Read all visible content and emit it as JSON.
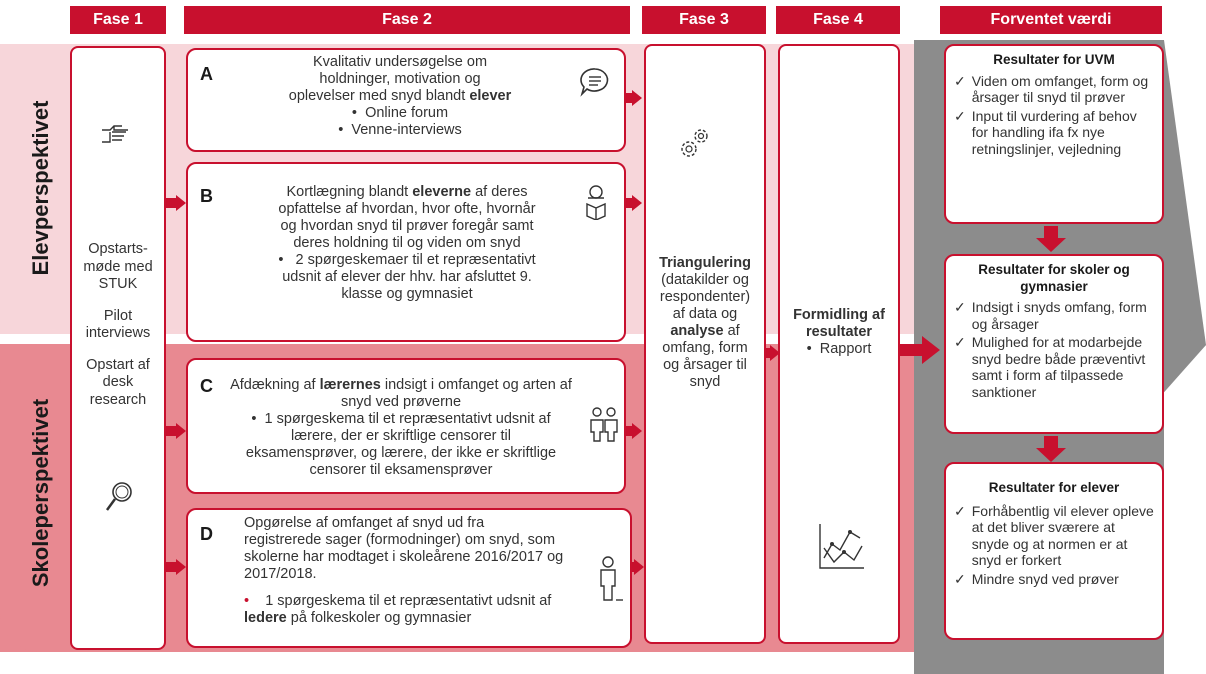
{
  "headers": {
    "fase1": "Fase 1",
    "fase2": "Fase 2",
    "fase3": "Fase 3",
    "fase4": "Fase 4",
    "value": "Forventet værdi"
  },
  "side_labels": {
    "top": "Elevperspektivet",
    "bottom": "Skoleperspektivet"
  },
  "fase1": {
    "items": [
      "Opstarts-",
      "møde med",
      "STUK",
      "Pilot",
      "interviews",
      "Opstart af",
      "desk",
      "research"
    ]
  },
  "boxes": {
    "a": {
      "letter": "A",
      "line1": "Kvalitativ undersøgelse om",
      "line2": "holdninger, motivation og",
      "line3_pre": "oplevelser med snyd blandt ",
      "line3_bold": "elever",
      "b1": "Online forum",
      "b2": "Venne-interviews"
    },
    "b": {
      "letter": "B",
      "l1_pre": "Kortlægning blandt ",
      "l1_bold": "eleverne",
      "l1_post": " af deres",
      "l2": "opfattelse af hvordan, hvor ofte, hvornår",
      "l3": "og hvordan snyd til prøver foregår samt",
      "l4": "deres holdning til og viden om snyd",
      "b1a": "2 spørgeskemaer til et repræsentativt",
      "b1b": "udsnit af elever der hhv. har afsluttet 9.",
      "b1c": "klasse og gymnasiet"
    },
    "c": {
      "letter": "C",
      "l1_pre": "Afdækning af ",
      "l1_bold": "lærernes",
      "l1_post": " indsigt i omfanget og arten af",
      "l2": "snyd ved prøverne",
      "b1a": "1 spørgeskema til et repræsentativt udsnit af",
      "b1b": "lærere, der er skriftlige censorer til",
      "b1c": "eksamensprøver, og lærere, der ikke er skriftlige",
      "b1d": "censorer til eksamensprøver"
    },
    "d": {
      "letter": "D",
      "l1": "Opgørelse af omfanget af snyd ud fra",
      "l2": "registrerede sager (formodninger) om snyd, som",
      "l3": "skolerne har modtaget i skoleårene 2016/2017 og",
      "l4": "2017/2018.",
      "b1a": "1 spørgeskema til et repræsentativt udsnit af",
      "b1b_bold": "ledere",
      "b1b_post": " på folkeskoler og gymnasier"
    }
  },
  "fase3": {
    "bold1": "Triangulering",
    "l2": "(datakilder og",
    "l3": "respondenter)",
    "l4": "af data og",
    "bold2": "analyse",
    "l5_post": " af",
    "l6": "omfang, form",
    "l7": "og årsager til",
    "l8": "snyd"
  },
  "fase4": {
    "bold1": "Formidling af",
    "bold2": "resultater",
    "b1": "Rapport"
  },
  "results": {
    "uvm": {
      "title": "Resultater for UVM",
      "items": [
        "Viden om omfanget, form og årsager til snyd til prøver",
        "Input til vurdering af behov for handling ifa fx nye retningslinjer, vejledning"
      ]
    },
    "skoler": {
      "title": "Resultater for skoler og gymnasier",
      "items": [
        "Indsigt i snyds omfang, form og årsager",
        "Mulighed for at modarbejde snyd bedre både præventivt samt i form af tilpassede sanktioner"
      ]
    },
    "elever": {
      "title": "Resultater for elever",
      "items": [
        "Forhåbentlig vil elever opleve at det bliver sværere at snyde og at normen er at snyd er forkert",
        "Mindre snyd ved prøver"
      ]
    }
  },
  "icons": {
    "fase1_top": "pointing-hand-icon",
    "fase1_bottom": "magnifier-icon",
    "a": "speech-bubble-icon",
    "b": "student-reading-icon",
    "c": "teachers-icon",
    "d": "leader-icon",
    "fase3": "gears-icon",
    "fase4": "chart-icon"
  },
  "colors": {
    "accent": "#c8102e",
    "band_top": "#f7d6da",
    "band_bottom": "#e88991",
    "arrow_gray": "#8c8c8c"
  }
}
